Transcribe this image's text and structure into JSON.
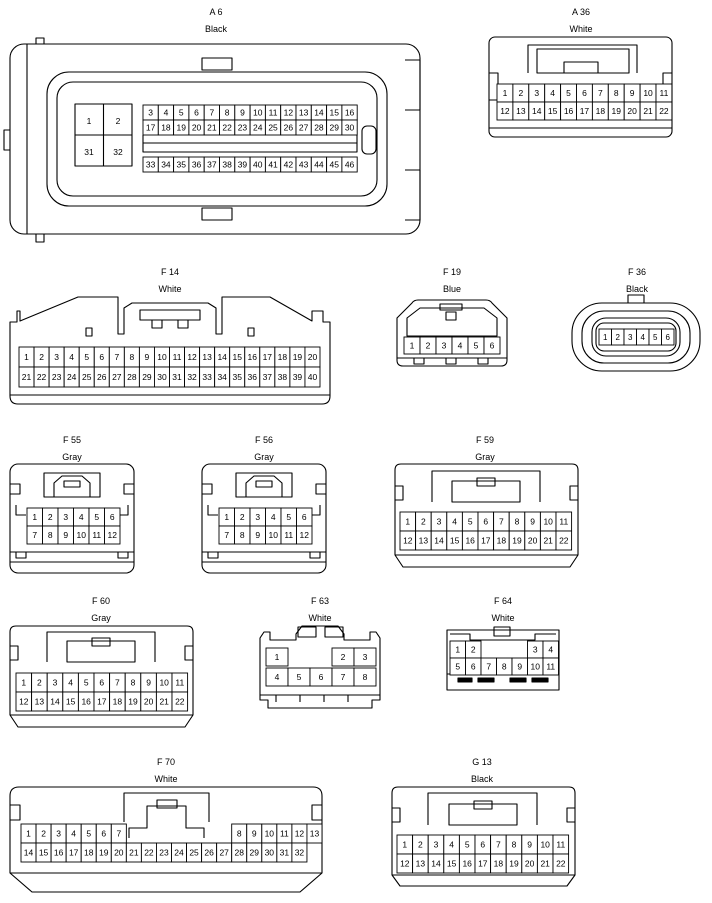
{
  "connectors": [
    {
      "id": "A 6",
      "color": "Black"
    },
    {
      "id": "A 36",
      "color": "White"
    },
    {
      "id": "F 14",
      "color": "White"
    },
    {
      "id": "F 19",
      "color": "Blue"
    },
    {
      "id": "F 36",
      "color": "Black"
    },
    {
      "id": "F 55",
      "color": "Gray"
    },
    {
      "id": "F 56",
      "color": "Gray"
    },
    {
      "id": "F 59",
      "color": "Gray"
    },
    {
      "id": "F 60",
      "color": "Gray"
    },
    {
      "id": "F 63",
      "color": "White"
    },
    {
      "id": "F 64",
      "color": "White"
    },
    {
      "id": "F 70",
      "color": "White"
    },
    {
      "id": "G 13",
      "color": "Black"
    }
  ]
}
